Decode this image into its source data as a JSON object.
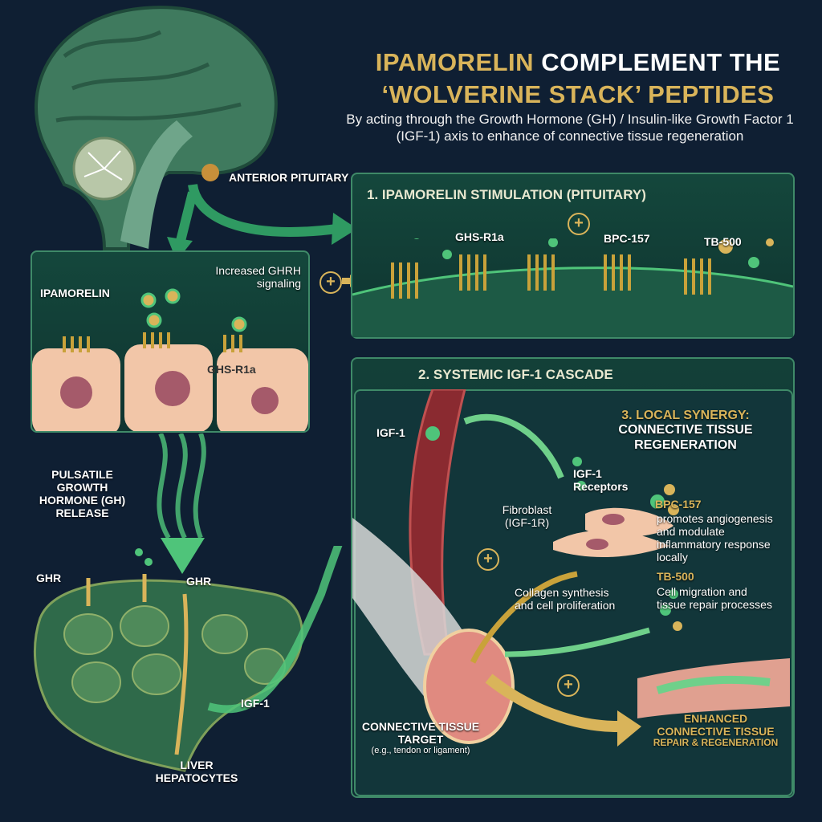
{
  "title": {
    "line1_highlight": "IPAMORELIN",
    "line1_rest": "COMPLEMENT THE",
    "line2": "‘WOLVERINE STACK’  PEPTIDES"
  },
  "subtitle": "By acting through the Growth Hormone (GH) / Insulin-like Growth Factor 1 (IGF-1) axis to enhance of connective tissue regeneration",
  "brain": {
    "pituitary_label": "ANTERIOR PITUITARY"
  },
  "pituitary_closeup": {
    "ipamorelin": "IPAMORELIN",
    "signal": "Increased GHRH signaling",
    "receptor": "GHS-R1a"
  },
  "panel1": {
    "header": "1. IPAMORELIN STIMULATION (PITUITARY)",
    "receptor": "GHS-R1a",
    "bpc": "BPC-157",
    "tb": "TB-500"
  },
  "gh_release": "PULSATILE GROWTH HORMONE (GH) RELEASE",
  "liver": {
    "ghr_left": "GHR",
    "ghr_right": "GHR",
    "igf": "IGF-1",
    "label": "LIVER HEPATOCYTES"
  },
  "panel2": {
    "header": "2. SYSTEMIC IGF-1 CASCADE",
    "igf": "IGF-1"
  },
  "panel3": {
    "header_line1": "3. LOCAL SYNERGY:",
    "header_line2": "CONNECTIVE TISSUE REGENERATION",
    "receptors": "IGF-1 Receptors",
    "fibroblast": "Fibroblast (IGF-1R)",
    "bpc_name": "BPC-157",
    "bpc_desc": "promotes angiogenesis and modulate inflammatory response locally",
    "collagen": "Collagen synthesis and cell proliferation",
    "tb_name": "TB-500",
    "tb_desc": "Cell migration and tissue repair processes",
    "target_title": "CONNECTIVE TISSUE TARGET",
    "target_example": "(e.g., tendon or ligament)",
    "result_line1": "ENHANCED",
    "result_line2": "CONNECTIVE TISSUE",
    "result_line3": "REPAIR & REGENERATION"
  },
  "plus_symbol": "+",
  "colors": {
    "background": "#0f1f33",
    "gold": "#d9b45a",
    "green": "#4fc47a",
    "panel": "#14473c"
  }
}
